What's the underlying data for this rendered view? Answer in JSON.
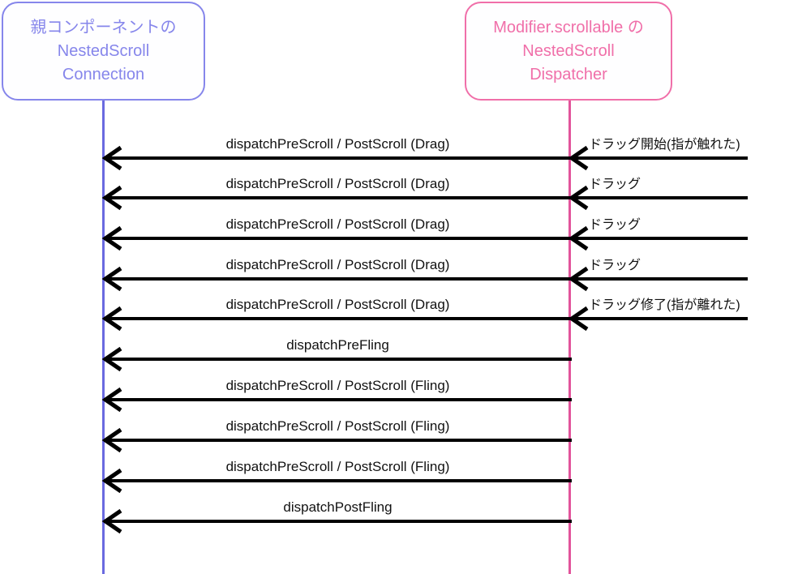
{
  "diagram_type": "sequence-diagram",
  "colors": {
    "parent_actor": "#8686eb",
    "dispatcher_actor": "#f06fa9",
    "parent_lifeline": "#6a6ae0",
    "dispatcher_lifeline": "#e2549b",
    "arrow": "#000000"
  },
  "actors": {
    "parent": {
      "lines": [
        "親コンポーネントの",
        "NestedScroll",
        "Connection"
      ]
    },
    "dispatcher": {
      "lines": [
        "Modifier.scrollable の",
        "NestedScroll",
        "Dispatcher"
      ]
    }
  },
  "messages": [
    {
      "label": "dispatchPreScroll / PostScroll (Drag)",
      "right_label": "ドラッグ開始(指が触れた)"
    },
    {
      "label": "dispatchPreScroll / PostScroll (Drag)",
      "right_label": "ドラッグ"
    },
    {
      "label": "dispatchPreScroll / PostScroll (Drag)",
      "right_label": "ドラッグ"
    },
    {
      "label": "dispatchPreScroll / PostScroll (Drag)",
      "right_label": "ドラッグ"
    },
    {
      "label": "dispatchPreScroll / PostScroll (Drag)",
      "right_label": "ドラッグ修了(指が離れた)"
    },
    {
      "label": "dispatchPreFling"
    },
    {
      "label": "dispatchPreScroll / PostScroll (Fling)"
    },
    {
      "label": "dispatchPreScroll / PostScroll (Fling)"
    },
    {
      "label": "dispatchPreScroll / PostScroll (Fling)"
    },
    {
      "label": "dispatchPostFling"
    }
  ]
}
